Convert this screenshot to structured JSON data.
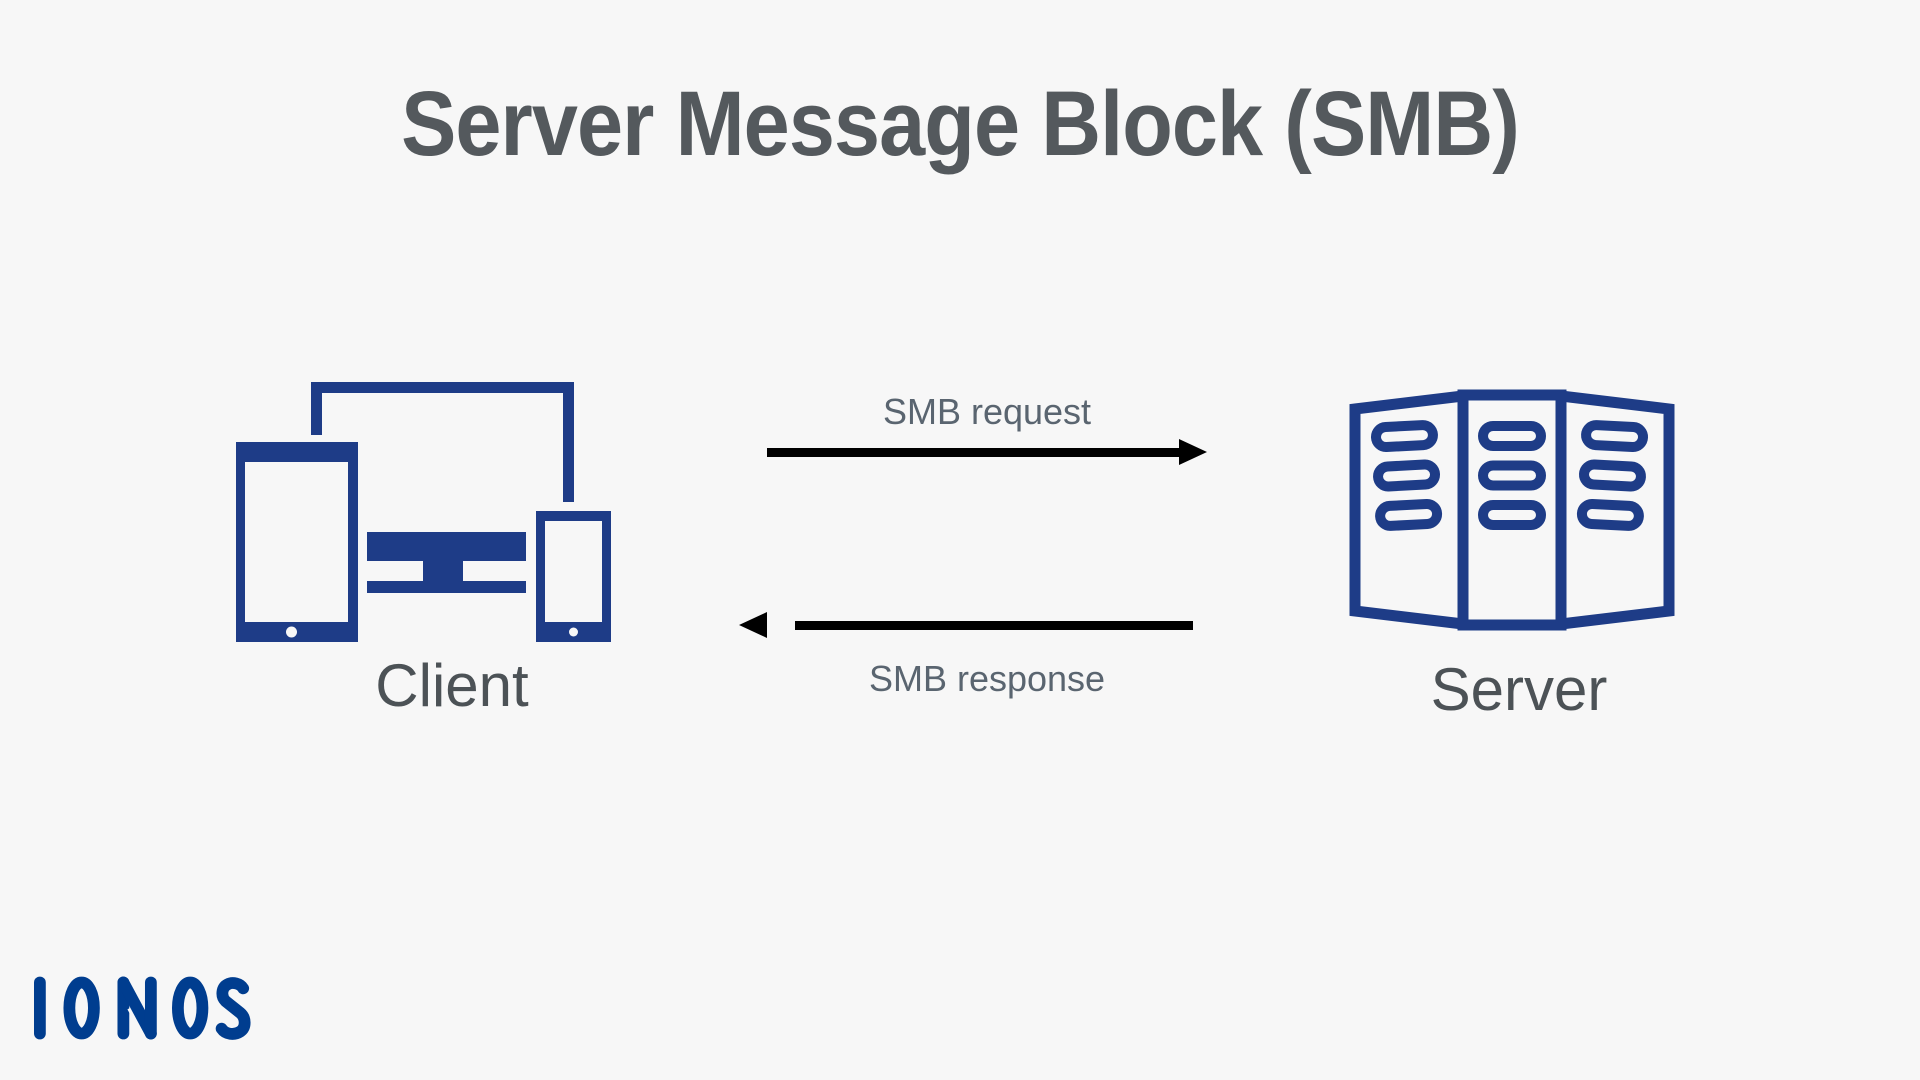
{
  "title": "Server Message Block (SMB)",
  "diagram": {
    "client": {
      "label": "Client",
      "icon": "client-devices-icon"
    },
    "server": {
      "label": "Server",
      "icon": "server-rack-icon"
    },
    "request": {
      "label": "SMB request",
      "direction": "client-to-server"
    },
    "response": {
      "label": "SMB response",
      "direction": "server-to-client"
    }
  },
  "branding": {
    "logo_text": "IONOS"
  },
  "colors": {
    "background": "#f7f7f7",
    "icon_navy": "#1e3c87",
    "logo_blue": "#003d8f",
    "title_gray": "#54595d",
    "label_gray": "#4c5256",
    "arrow_label_gray": "#5a6570",
    "arrow_black": "#000000"
  }
}
